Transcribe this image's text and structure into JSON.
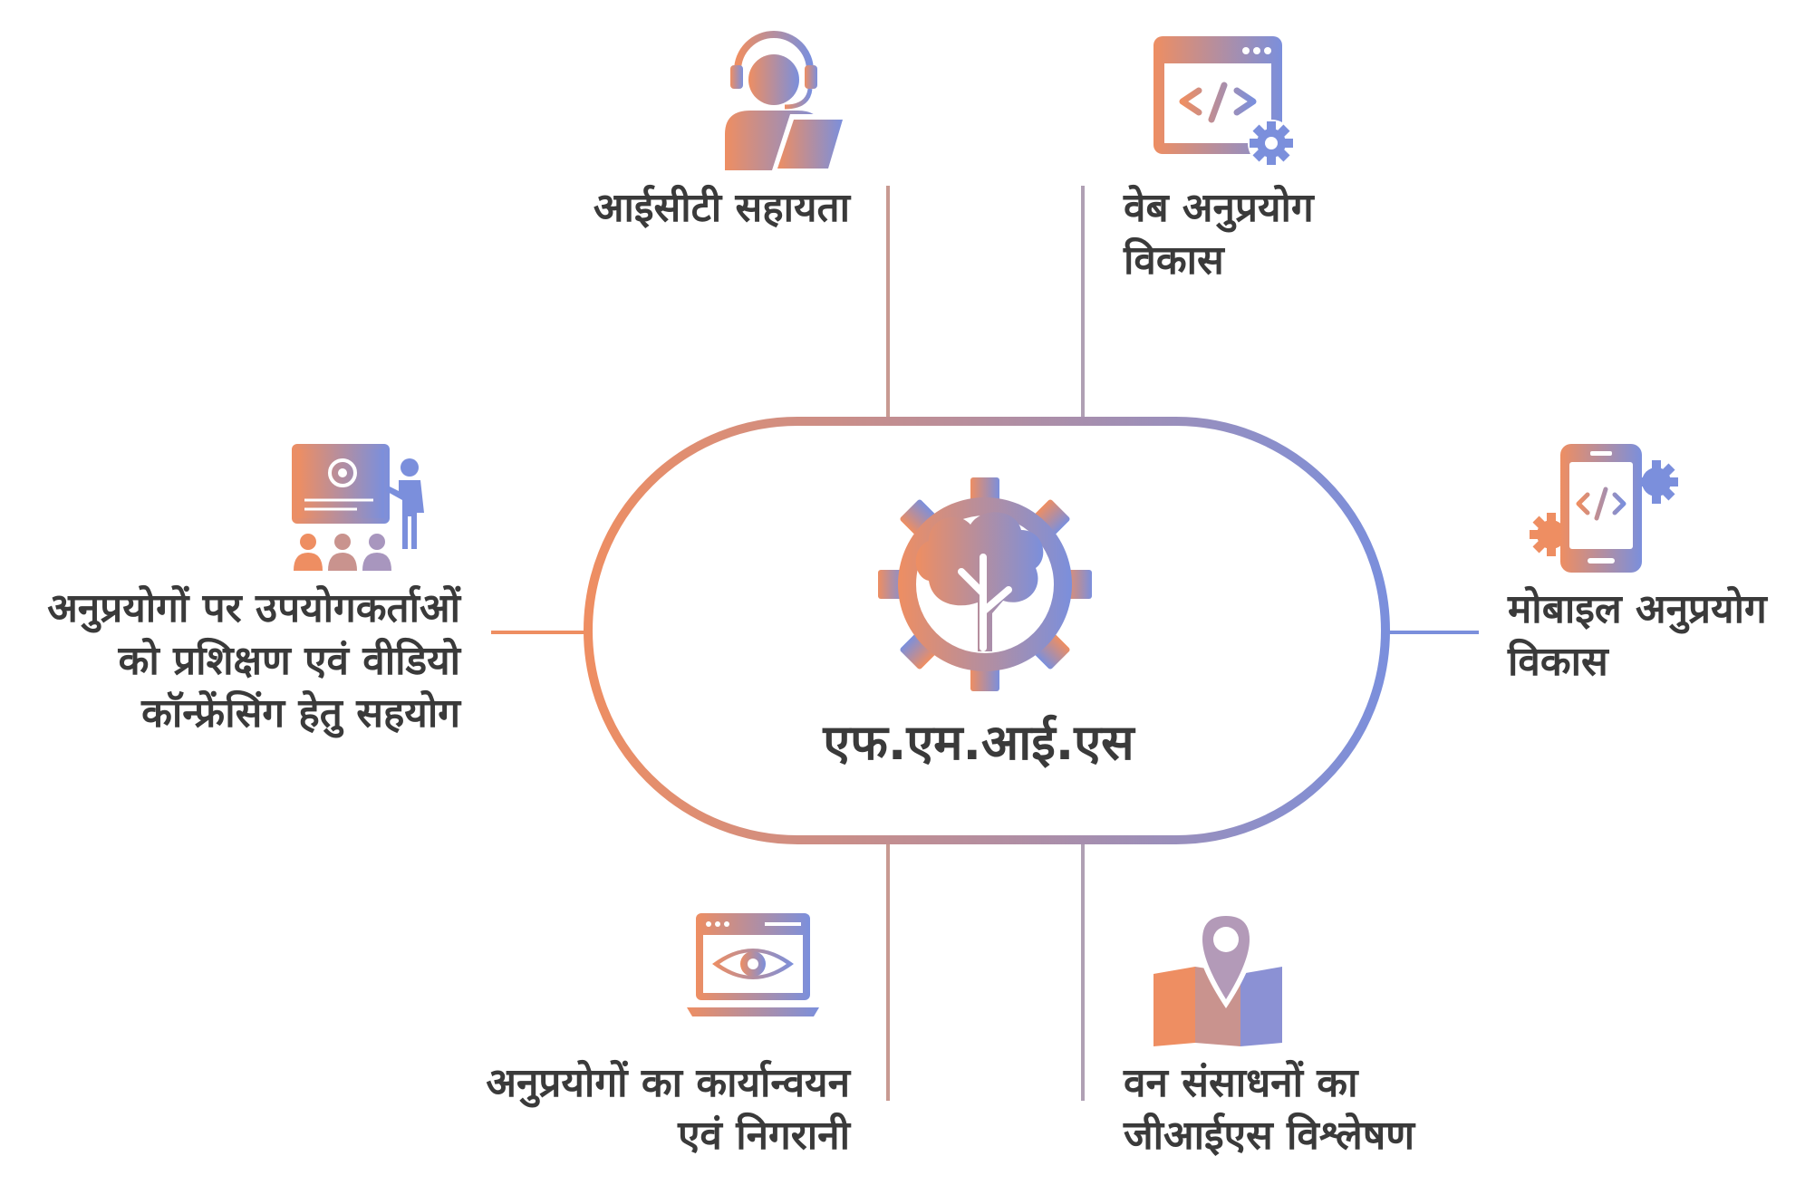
{
  "center": {
    "title": "एफ.एम.आई.एस",
    "icon": "tree-gear-icon"
  },
  "colors": {
    "gradient_start": "#EE8E62",
    "gradient_end": "#7B8FDC",
    "text": "#3a3a3a"
  },
  "items": [
    {
      "id": "ict-support",
      "icon": "headset-support-icon",
      "lines": [
        "आईसीटी सहायता"
      ]
    },
    {
      "id": "web-app-dev",
      "icon": "web-code-icon",
      "lines": [
        "वेब अनुप्रयोग",
        "विकास"
      ]
    },
    {
      "id": "mobile-app-dev",
      "icon": "mobile-code-icon",
      "lines": [
        "मोबाइल अनुप्रयोग",
        "विकास"
      ]
    },
    {
      "id": "training-vc",
      "icon": "presentation-icon",
      "lines": [
        "अनुप्रयोगों पर उपयोगकर्ताओं",
        "को प्रशिक्षण एवं वीडियो",
        "कॉन्फ्रेंसिंग हेतु सहयोग"
      ]
    },
    {
      "id": "app-implementation",
      "icon": "monitor-eye-icon",
      "lines": [
        "अनुप्रयोगों का कार्यान्वयन",
        "एवं निगरानी"
      ]
    },
    {
      "id": "gis-analysis",
      "icon": "map-pin-icon",
      "lines": [
        "वन संसाधनों का",
        "जीआईएस विश्लेषण"
      ]
    }
  ]
}
